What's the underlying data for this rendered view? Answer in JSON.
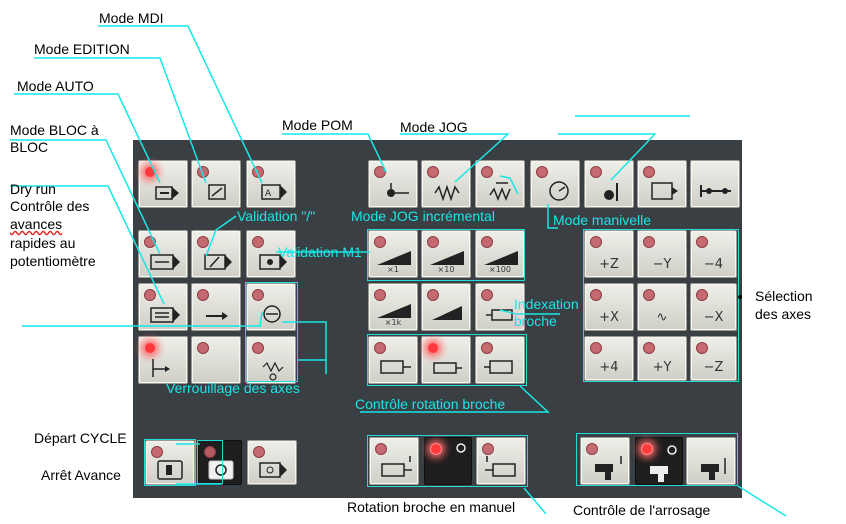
{
  "labels": {
    "mode_mdi": "Mode MDI",
    "mode_edition": "Mode EDITION",
    "mode_auto": "Mode AUTO",
    "mode_bloc_line1": "Mode BLOC à",
    "mode_bloc_line2": "BLOC",
    "dry_run": "Dry run",
    "controle_avances_1": "Contrôle des",
    "controle_avances_2": "avances",
    "controle_avances_3": "rapides au",
    "controle_avances_4": "potentiomètre",
    "mode_pom": "Mode POM",
    "mode_jog": "Mode JOG",
    "validation_slash": "Validation \"/\"",
    "validation_m1": "Validation M1",
    "mode_jog_incremental": "Mode JOG incrémental",
    "mode_manivelle": "Mode manivelle",
    "indexation_1": "Indexation",
    "indexation_2": "broche",
    "verrouillage": "Verrouillage des axes",
    "controle_rotation": "Contrôle rotation broche",
    "selection_1": "Sélection",
    "selection_2": "des axes",
    "depart_cycle": "Départ CYCLE",
    "arret_avance": "Arrêt Avance",
    "rotation_manuel": "Rotation broche en manuel",
    "controle_arrosage": "Contrôle de l'arrosage"
  },
  "keys": {
    "jog_x1": "×1",
    "jog_x10": "×10",
    "jog_x100": "×100",
    "jog_x1k": "×1k",
    "axis_plus_z": "+Z",
    "axis_minus_y": "−Y",
    "axis_minus_4": "−4",
    "axis_plus_x": "+X",
    "axis_rapid": "∿",
    "axis_minus_x": "−X",
    "axis_plus_4": "+4",
    "axis_plus_y": "+Y",
    "axis_minus_z": "−Z"
  },
  "colors": {
    "panel": "#3a3f44",
    "key": "#e4e4de",
    "callout": "#19e6e6",
    "led_off": "#c56a70",
    "led_on": "#ff3a3a"
  }
}
